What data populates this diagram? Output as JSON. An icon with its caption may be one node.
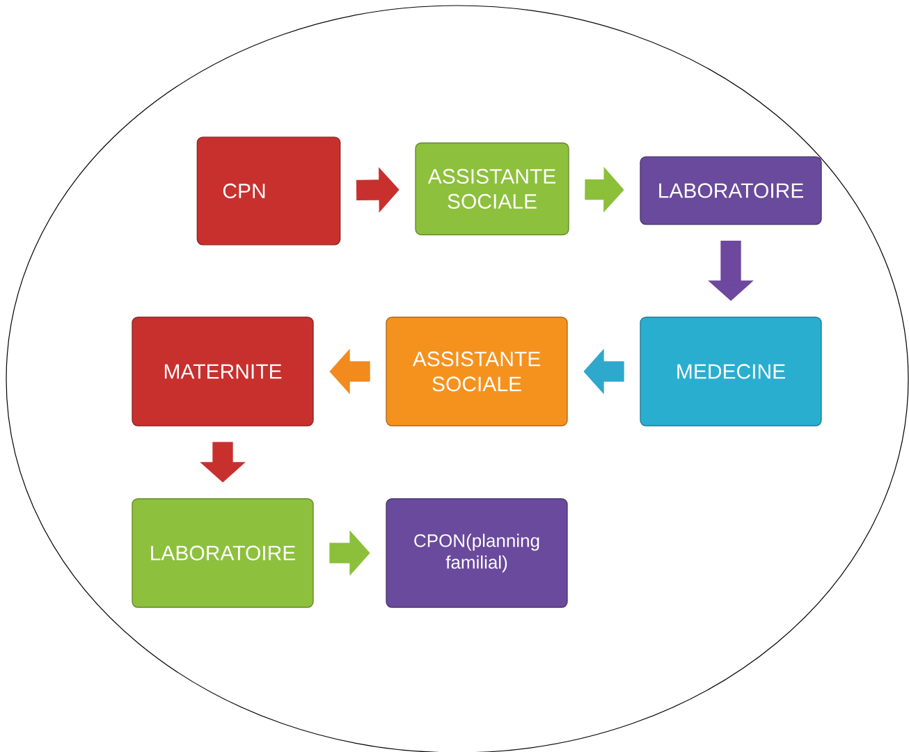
{
  "diagram": {
    "nodes": [
      {
        "text": [
          "CPN"
        ]
      },
      {
        "text": [
          "ASSISTANTE SOCIALE"
        ]
      },
      {
        "text": [
          "LABORATOIRE"
        ]
      },
      {
        "text": [
          "MEDECINE"
        ]
      },
      {
        "text": [
          "ASSISTANTE SOCIALE"
        ]
      },
      {
        "text": [
          "MATERNITE"
        ]
      },
      {
        "text": [
          "LABORATOIRE"
        ]
      },
      {
        "text": [
          "CPON(planning familial)"
        ]
      }
    ],
    "edges": [
      {
        "from": 0,
        "to": 1,
        "arrow": "to",
        "color": "#c8302e"
      },
      {
        "from": 1,
        "to": 2,
        "arrow": "to",
        "color": "#8cbf3a"
      },
      {
        "from": 2,
        "to": 3,
        "arrow": "to",
        "color": "#6e479e"
      },
      {
        "from": 3,
        "to": 4,
        "arrow": "to",
        "color": "#2ea8cc"
      },
      {
        "from": 4,
        "to": 5,
        "arrow": "to",
        "color": "#f28a1e"
      },
      {
        "from": 5,
        "to": 6,
        "arrow": "to",
        "color": "#c8302e"
      },
      {
        "from": 6,
        "to": 7,
        "arrow": "to",
        "color": "#8cbf3a"
      }
    ]
  }
}
